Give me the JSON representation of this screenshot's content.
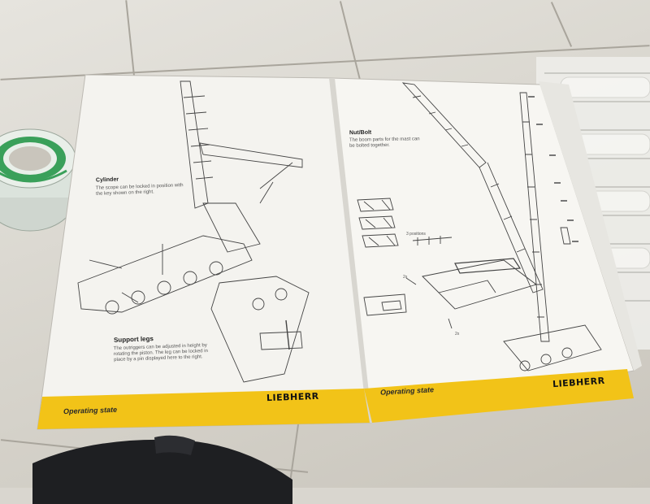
{
  "left_page": {
    "cylinder_title": "Cylinder",
    "cylinder_text": "The scope can be locked in position with the key shown on the right.",
    "support_legs_title": "Support legs",
    "support_legs_text": "The outriggers can be adjusted in height by rotating the piston. The leg can be locked in place by a pin displayed here to the right.",
    "footer_label": "Operating state",
    "brand": "LIEBHERR"
  },
  "right_page": {
    "nut_bolt_title": "Nut/Bolt",
    "nut_bolt_text": "The boom parts for the mast can be bolted together.",
    "positions_label": "3 positions",
    "count_top": "2x",
    "count_bottom": "2x",
    "footer_label": "Operating state",
    "brand": "LIEBHERR"
  },
  "colors": {
    "footer_yellow": "#f2c318",
    "paper": "#f4f3ef",
    "tape_green": "#3aa05a"
  }
}
